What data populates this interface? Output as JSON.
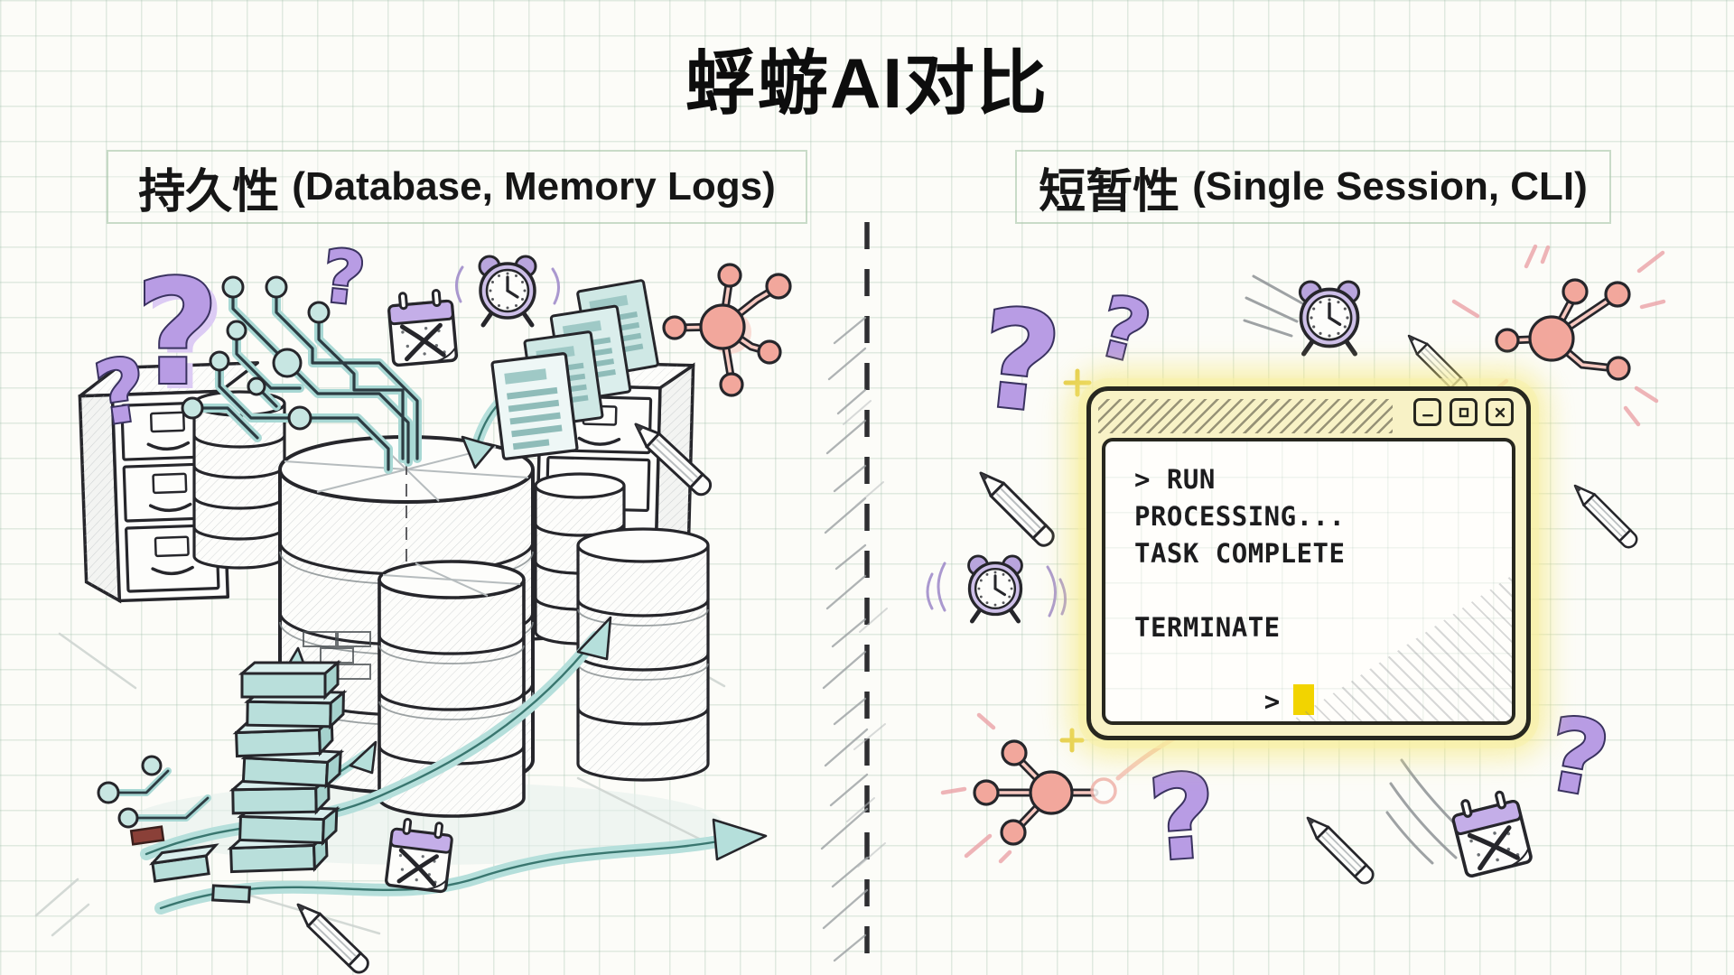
{
  "title": "蜉蝣AI对比",
  "left_panel": {
    "heading_zh": "持久性",
    "heading_en": "(Database, Memory Logs)",
    "icons": [
      "question-mark-icon",
      "circuit-trace-icon",
      "calendar-icon",
      "alarm-clock-icon",
      "document-stack-icon",
      "network-node-icon",
      "pencil-icon",
      "file-cabinet-icon",
      "database-stack-icon",
      "brick-stack-icon",
      "flow-arrow-icon"
    ]
  },
  "right_panel": {
    "heading_zh": "短暂性",
    "heading_en": "(Single Session, CLI)",
    "icons": [
      "question-mark-icon",
      "alarm-clock-icon",
      "pencil-icon",
      "network-node-icon",
      "calendar-icon",
      "terminal-window-icon"
    ],
    "terminal": {
      "window_buttons": [
        "minimize",
        "maximize",
        "close"
      ],
      "lines": [
        "> RUN",
        "PROCESSING...",
        "TASK COMPLETE",
        "",
        "TERMINATE"
      ],
      "prompt": ">"
    }
  },
  "colors": {
    "paper": "#fcfcf8",
    "grid_line": "#d9e5da",
    "ink": "#26262b",
    "teal": "#aedad6",
    "purple": "#b89ce4",
    "pink": "#f2a79c",
    "terminal_frame": "#f8f2c6",
    "terminal_glow": "#f4e878",
    "cursor": "#f2d400"
  }
}
